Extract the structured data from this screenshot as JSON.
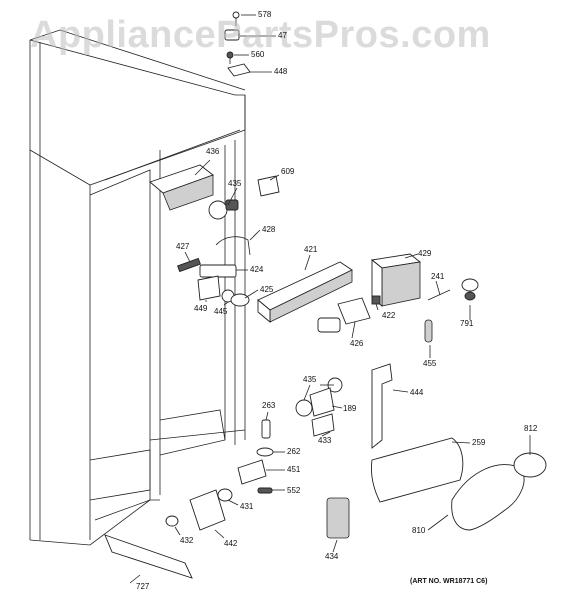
{
  "watermark": "AppliancePartsPros.com",
  "art_number": "(ART NO. WR18771 C6)",
  "callouts": {
    "p578": "578",
    "p47": "47",
    "p560": "560",
    "p448": "448",
    "p436": "436",
    "p609": "609",
    "p435a": "435",
    "p428": "428",
    "p427": "427",
    "p421": "421",
    "p429": "429",
    "p424": "424",
    "p241": "241",
    "p425": "425",
    "p449": "449",
    "p445": "445",
    "p422": "422",
    "p791": "791",
    "p426": "426",
    "p455": "455",
    "p435b": "435",
    "p444": "444",
    "p263": "263",
    "p189": "189",
    "p433": "433",
    "p262": "262",
    "p259": "259",
    "p812": "812",
    "p451": "451",
    "p552": "552",
    "p431": "431",
    "p432": "432",
    "p442": "442",
    "p434": "434",
    "p810": "810",
    "p727": "727"
  }
}
